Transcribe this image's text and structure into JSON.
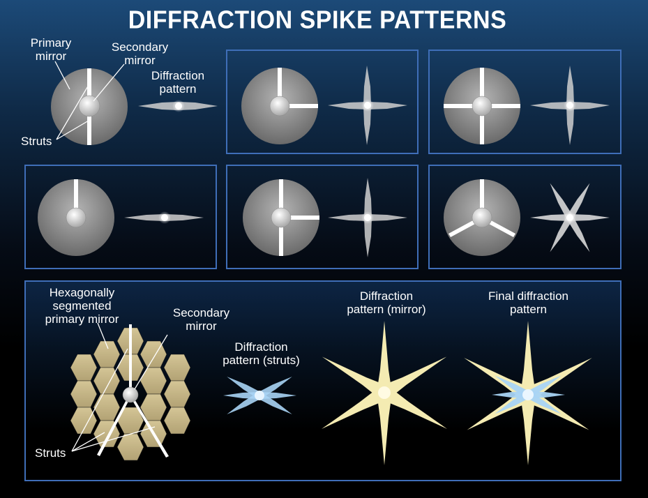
{
  "title": "DIFFRACTION SPIKE PATTERNS",
  "labels": {
    "primary_mirror_1": "Primary",
    "primary_mirror_2": "mirror",
    "secondary_mirror_1": "Secondary",
    "secondary_mirror_2": "mirror",
    "diffraction_pattern_1": "Diffraction",
    "diffraction_pattern_2": "pattern",
    "struts": "Struts"
  },
  "bottom_labels": {
    "hex_1": "Hexagonally",
    "hex_2": "segmented",
    "hex_3": "primary mirror",
    "secondary_1": "Secondary",
    "secondary_2": "mirror",
    "struts_pattern_1": "Diffraction",
    "struts_pattern_2": "pattern (struts)",
    "mirror_pattern_1": "Diffraction",
    "mirror_pattern_2": "pattern (mirror)",
    "final_pattern_1": "Final diffraction",
    "final_pattern_2": "pattern",
    "struts": "Struts"
  },
  "colors": {
    "panel_border": "#3f6eb8",
    "hex_segment": "#c9b98a",
    "struts_spike": "#a8d4f5",
    "mirror_spike": "#f7efb8"
  }
}
